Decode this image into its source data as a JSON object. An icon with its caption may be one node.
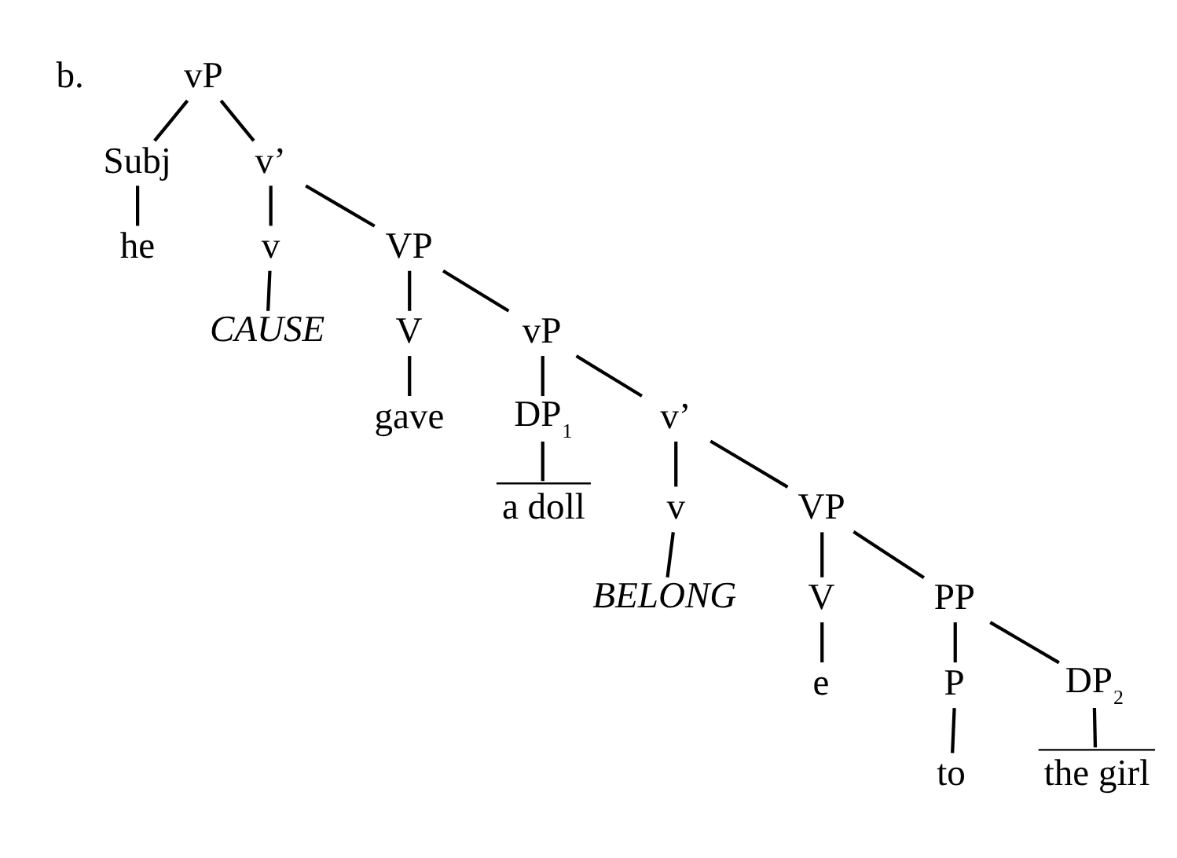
{
  "diagram": {
    "nodes": [
      {
        "text": [
          "vP"
        ]
      },
      {
        "text": [
          "Subj"
        ]
      },
      {
        "text": [
          "v’"
        ]
      },
      {
        "text": [
          "he"
        ]
      },
      {
        "text": [
          "v"
        ]
      },
      {
        "text": [
          "VP"
        ]
      },
      {
        "text": [
          "CAUSE"
        ]
      },
      {
        "text": [
          "V"
        ]
      },
      {
        "text": [
          "vP"
        ]
      },
      {
        "text": [
          "gave"
        ]
      },
      {
        "text": [
          "DP$_{1}$"
        ]
      },
      {
        "text": [
          "v’"
        ]
      },
      {
        "text": [
          "a doll"
        ]
      },
      {
        "text": [
          "v"
        ]
      },
      {
        "text": [
          "VP"
        ]
      },
      {
        "text": [
          "BELONG"
        ]
      },
      {
        "text": [
          "V"
        ]
      },
      {
        "text": [
          "PP"
        ]
      },
      {
        "text": [
          "e"
        ]
      },
      {
        "text": [
          "P"
        ]
      },
      {
        "text": [
          "DP$_{2}$"
        ]
      },
      {
        "text": [
          "to"
        ]
      },
      {
        "text": [
          "the girl"
        ]
      }
    ],
    "edges": [
      {
        "from": 0,
        "to": 1,
        "arrow": "none"
      },
      {
        "from": 0,
        "to": 2,
        "arrow": "none"
      },
      {
        "from": 1,
        "to": 3,
        "arrow": "none"
      },
      {
        "from": 2,
        "to": 4,
        "arrow": "none"
      },
      {
        "from": 2,
        "to": 5,
        "arrow": "none"
      },
      {
        "from": 4,
        "to": 6,
        "arrow": "none"
      },
      {
        "from": 5,
        "to": 7,
        "arrow": "none"
      },
      {
        "from": 5,
        "to": 8,
        "arrow": "none"
      },
      {
        "from": 7,
        "to": 9,
        "arrow": "none"
      },
      {
        "from": 8,
        "to": 10,
        "arrow": "none"
      },
      {
        "from": 8,
        "to": 11,
        "arrow": "none"
      },
      {
        "from": 10,
        "to": 12,
        "arrow": "none"
      },
      {
        "from": 11,
        "to": 13,
        "arrow": "none"
      },
      {
        "from": 11,
        "to": 14,
        "arrow": "none"
      },
      {
        "from": 13,
        "to": 15,
        "arrow": "none"
      },
      {
        "from": 14,
        "to": 16,
        "arrow": "none"
      },
      {
        "from": 14,
        "to": 17,
        "arrow": "none"
      },
      {
        "from": 16,
        "to": 18,
        "arrow": "none"
      },
      {
        "from": 17,
        "to": 19,
        "arrow": "none"
      },
      {
        "from": 17,
        "to": 20,
        "arrow": "none"
      },
      {
        "from": 19,
        "to": 21,
        "arrow": "none"
      },
      {
        "from": 20,
        "to": 22,
        "arrow": "none"
      }
    ],
    "labels": [
      "b."
    ]
  }
}
